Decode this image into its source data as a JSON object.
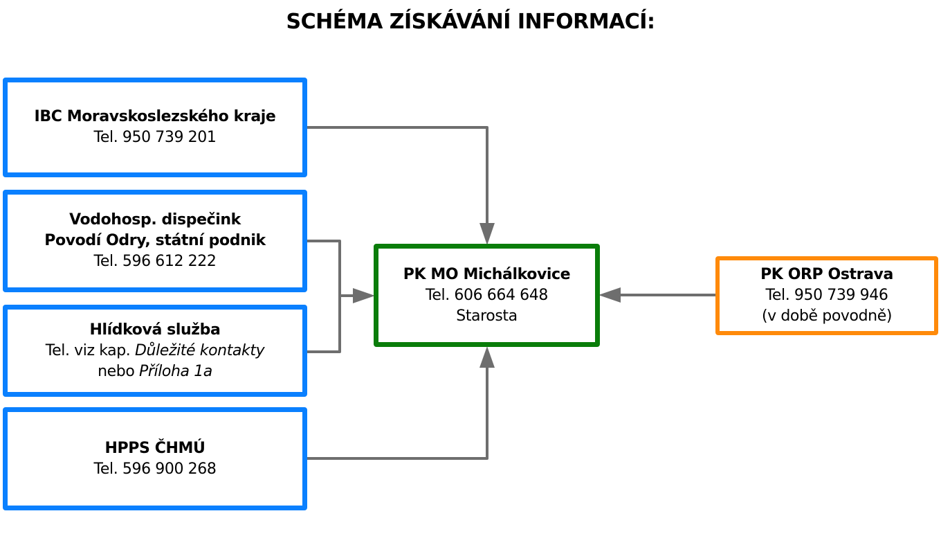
{
  "title": "SCHÉMA ZÍSKÁVÁNÍ INFORMACÍ:",
  "colors": {
    "source_border": "#0a80ff",
    "center_border": "#0a7d0a",
    "orp_border": "#ff8a0a",
    "connector": "#6e6e6e"
  },
  "nodes": {
    "ibc": {
      "name": "IBC Moravskoslezského kraje",
      "tel": "Tel. 950 739 201"
    },
    "vodohosp": {
      "name1": "Vodohosp. dispečink",
      "name2": "Povodí Odry, státní podnik",
      "tel": "Tel. 596 612 222"
    },
    "hlidkova": {
      "name": "Hlídková služba",
      "tel_prefix": "Tel. viz kap. ",
      "tel_italic": "Důležité kontakty",
      "alt_prefix": "nebo ",
      "alt_italic": "Příloha 1a"
    },
    "hpps": {
      "name": "HPPS ČHMÚ",
      "tel": "Tel. 596 900 268"
    },
    "center": {
      "name": "PK MO Michálkovice",
      "tel": "Tel. 606 664 648",
      "role": "Starosta"
    },
    "orp": {
      "name": "PK ORP Ostrava",
      "tel": "Tel. 950 739 946",
      "note": "(v době povodně)"
    }
  },
  "edges": [
    {
      "from": "ibc",
      "to": "center"
    },
    {
      "from": "vodohosp",
      "to": "center"
    },
    {
      "from": "hlidkova",
      "to": "center"
    },
    {
      "from": "hpps",
      "to": "center"
    },
    {
      "from": "orp",
      "to": "center"
    }
  ]
}
